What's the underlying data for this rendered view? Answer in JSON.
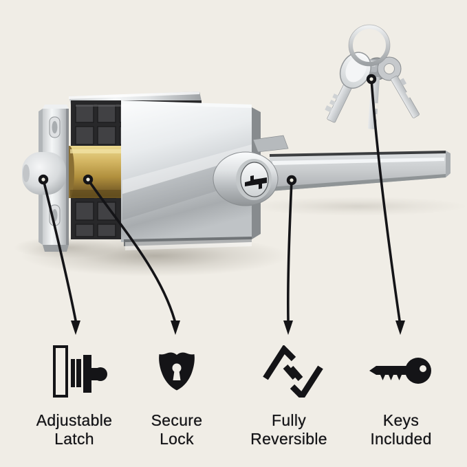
{
  "canvas": {
    "background_color": "#F0EDE6",
    "ink_color": "#141417"
  },
  "illustration": {
    "subject": "chrome square-rose door lever lock with brass latch, lock chassis and three keys on a ring",
    "colors": {
      "chrome": "#D6D9DB",
      "brass": "#C2A04E",
      "chassis": "#323234"
    }
  },
  "features": [
    {
      "id": "adjustable-latch",
      "icon": "latch-icon",
      "label_line1": "Adjustable",
      "label_line2": "Latch"
    },
    {
      "id": "secure-lock",
      "icon": "shield-lock-icon",
      "label_line1": "Secure",
      "label_line2": "Lock"
    },
    {
      "id": "fully-reversible",
      "icon": "reversible-levers-icon",
      "label_line1": "Fully",
      "label_line2": "Reversible"
    },
    {
      "id": "keys-included",
      "icon": "key-icon",
      "label_line1": "Keys",
      "label_line2": "Included"
    }
  ]
}
